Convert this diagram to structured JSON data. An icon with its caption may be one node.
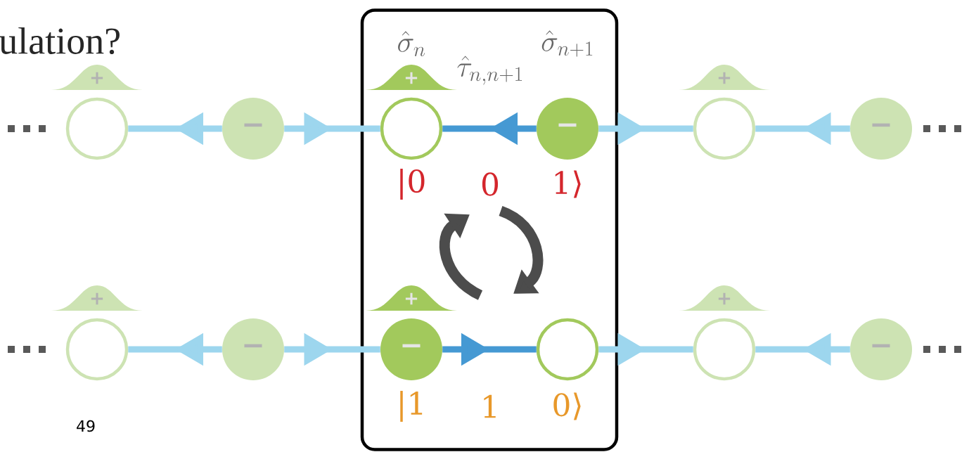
{
  "diagram": {
    "title": "ulation?",
    "nodes": [
      {
        "text": [],
        "shape": "box"
      },
      {
        "text": [
          "+"
        ]
      },
      {
        "text": [
          "+"
        ],
        "in": 0
      },
      {
        "text": [
          "+"
        ]
      },
      {
        "text": [],
        "shape": "circle"
      },
      {
        "text": [
          "−"
        ]
      },
      {
        "text": [],
        "shape": "circle",
        "in": 0
      },
      {
        "text": [
          "−"
        ],
        "in": 0
      },
      {
        "text": [],
        "shape": "circle"
      },
      {
        "text": [
          "−"
        ]
      },
      {
        "text": [
          "+"
        ]
      },
      {
        "text": [
          "+"
        ],
        "in": 0
      },
      {
        "text": [
          "+"
        ]
      },
      {
        "text": [],
        "shape": "circle"
      },
      {
        "text": [
          "−"
        ]
      },
      {
        "text": [
          "−"
        ],
        "in": 0
      },
      {
        "text": [],
        "shape": "circle",
        "in": 0
      },
      {
        "text": [],
        "shape": "circle"
      },
      {
        "text": [
          "−"
        ]
      }
    ],
    "edges": [
      {
        "from": 5,
        "to": 4,
        "arrow": "to"
      },
      {
        "from": 5,
        "to": 6,
        "arrow": "to"
      },
      {
        "from": 7,
        "to": 6,
        "arrow": "to",
        "color": "#4599d3"
      },
      {
        "from": 7,
        "to": 8,
        "arrow": "to"
      },
      {
        "from": 9,
        "to": 8,
        "arrow": "to"
      },
      {
        "from": 14,
        "to": 13,
        "arrow": "to"
      },
      {
        "from": 14,
        "to": 15,
        "arrow": "to"
      },
      {
        "from": 15,
        "to": 16,
        "arrow": "to",
        "color": "#4599d3"
      },
      {
        "from": 16,
        "to": 17,
        "arrow": "to"
      },
      {
        "from": 18,
        "to": 17,
        "arrow": "to"
      }
    ],
    "labels": [
      "\\hat{\\sigma}_{n}",
      "\\hat{\\sigma}_{n+1}",
      "\\hat{\\tau}_{n,n+1}",
      "|0",
      "0",
      "1⟩",
      "|1",
      "1",
      "0⟩",
      "49"
    ]
  }
}
